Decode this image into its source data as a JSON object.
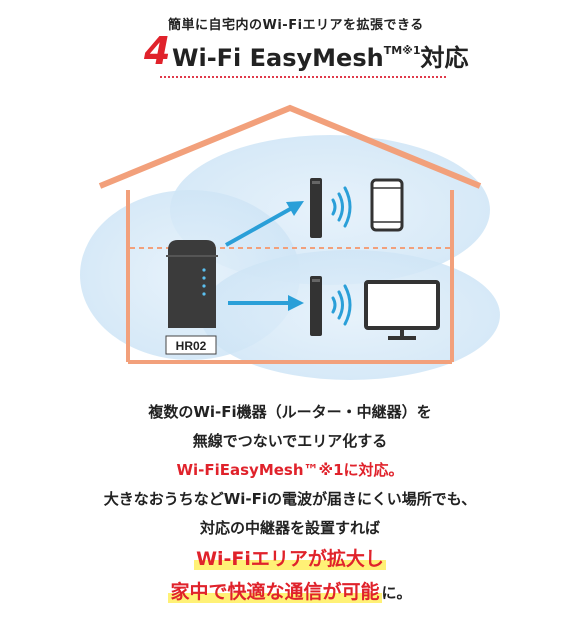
{
  "header": {
    "subtitle": "簡単に自宅内のWi-Fiエリアを拡張できる",
    "number": "4",
    "title_main": "Wi-Fi EasyMesh",
    "title_sup": "TM※1",
    "title_suffix": "対応"
  },
  "illustration": {
    "device_label": "HR02",
    "icons": [
      "router-icon",
      "repeater-icon",
      "wifi-signal-icon",
      "smartphone-icon",
      "monitor-icon",
      "house-outline-icon"
    ],
    "colors": {
      "house": "#f2a07b",
      "cloud": "#cfe5f6",
      "arrow": "#2a9fd8",
      "dashed": "#f2a07b",
      "router": "#3b3b3b"
    }
  },
  "description": {
    "line1": "複数のWi-Fi機器（ルーター・中継器）を",
    "line2": "無線でつないでエリア化する",
    "line3": "Wi-FiEasyMesh™※1に対応。",
    "line4": "大きなおうちなどWi-Fiの電波が届きにくい場所でも、",
    "line5": "対応の中継器を設置すれば",
    "highlight1": "Wi-Fiエリアが拡大し",
    "highlight2": "家中で快適な通信が可能",
    "highlight2_tail": "に。"
  }
}
